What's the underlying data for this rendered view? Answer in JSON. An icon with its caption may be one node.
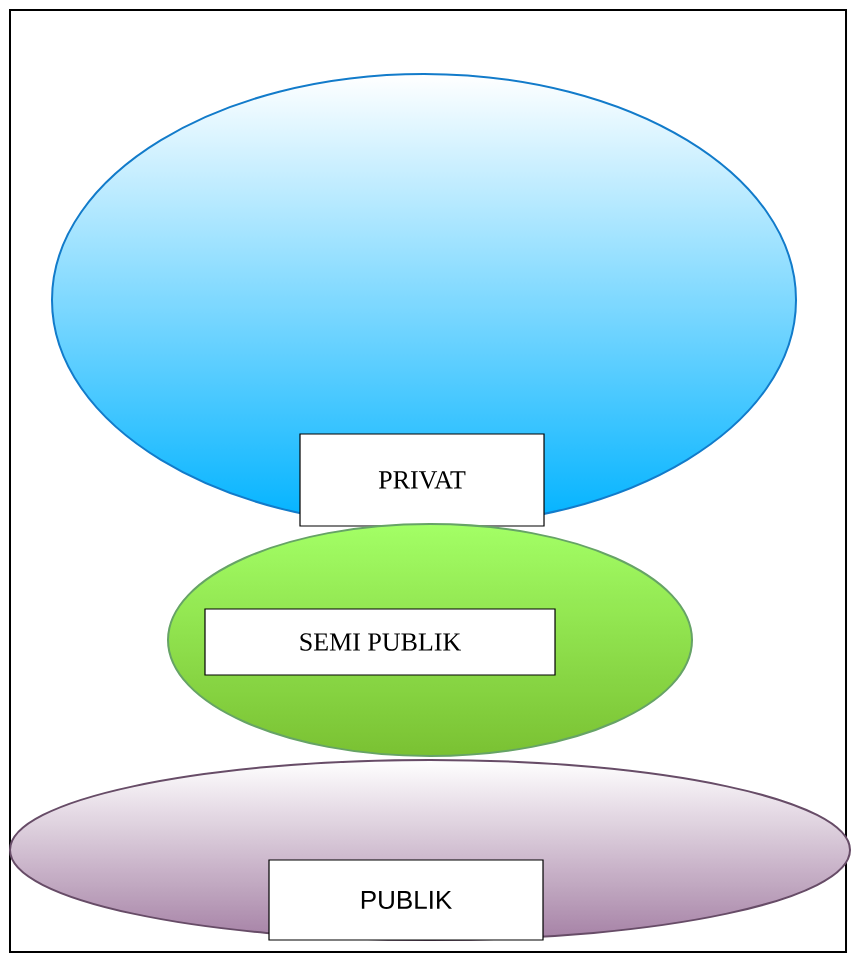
{
  "diagram": {
    "nodes": [
      {
        "text": [
          "PRIVAT"
        ]
      },
      {
        "text": [
          "SEMI PUBLIK"
        ]
      },
      {
        "text": [
          "PUBLIK"
        ]
      }
    ]
  }
}
